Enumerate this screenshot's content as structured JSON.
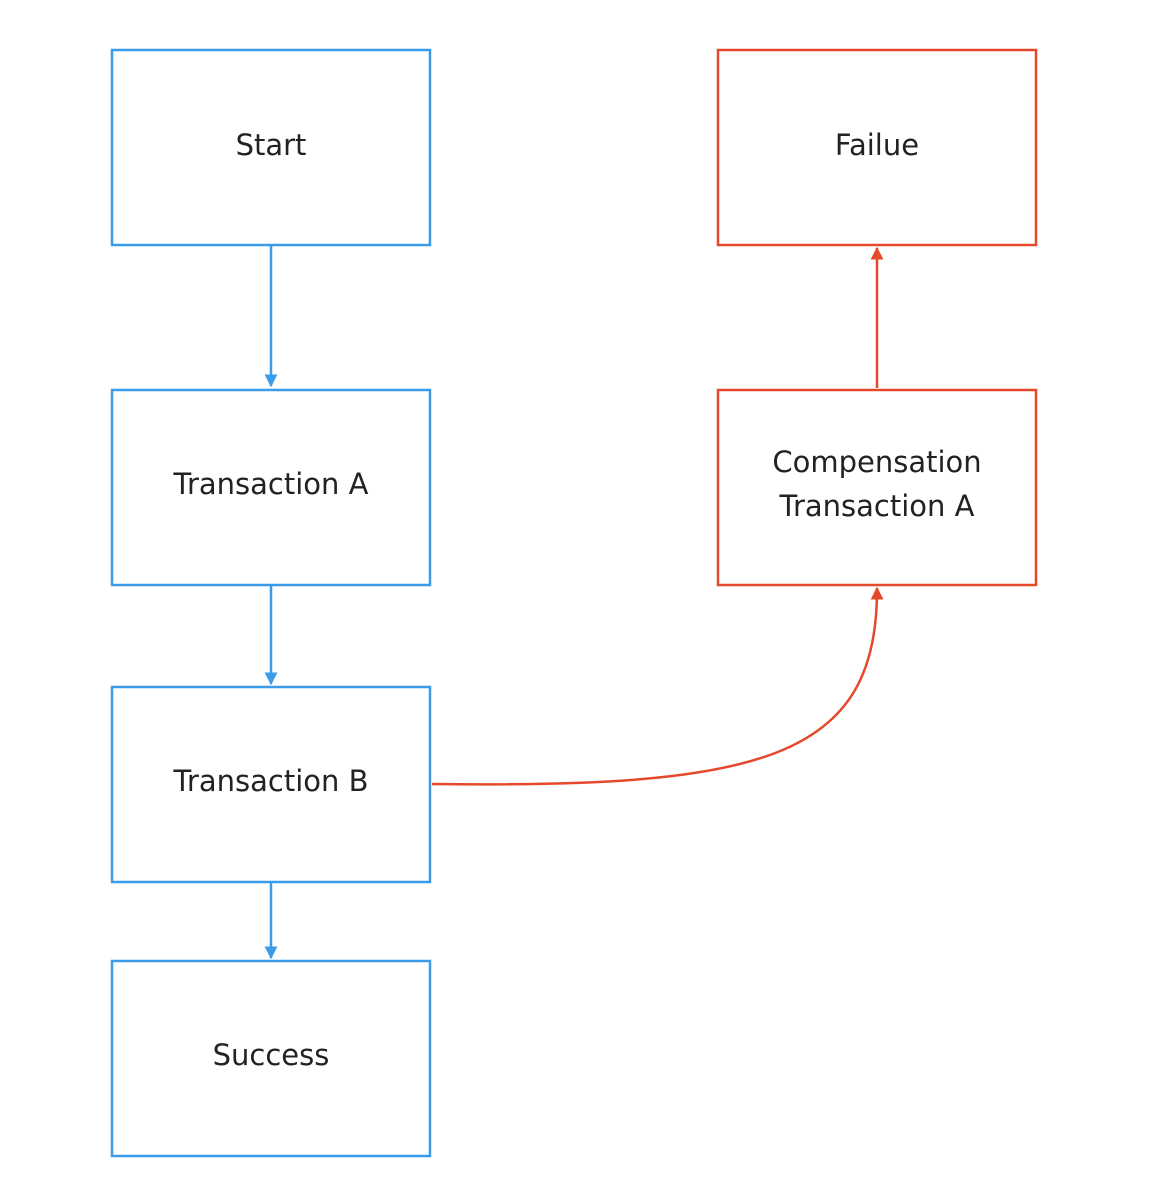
{
  "colors": {
    "blue": "#3a9be8",
    "red": "#e5492c",
    "text": "#222222",
    "background": "#ffffff"
  },
  "nodes": {
    "start": {
      "label": "Start",
      "color": "blue"
    },
    "transaction_a": {
      "label": "Transaction A",
      "color": "blue"
    },
    "transaction_b": {
      "label": "Transaction B",
      "color": "blue"
    },
    "success": {
      "label": "Success",
      "color": "blue"
    },
    "failue": {
      "label": "Failue",
      "color": "red"
    },
    "compensation_a": {
      "label_lines": [
        "Compensation",
        "Transaction A"
      ],
      "color": "red"
    }
  },
  "edges": [
    {
      "from": "start",
      "to": "transaction_a",
      "color": "blue"
    },
    {
      "from": "transaction_a",
      "to": "transaction_b",
      "color": "blue"
    },
    {
      "from": "transaction_b",
      "to": "success",
      "color": "blue"
    },
    {
      "from": "transaction_b",
      "to": "compensation_a",
      "color": "red"
    },
    {
      "from": "compensation_a",
      "to": "failue",
      "color": "red"
    }
  ]
}
